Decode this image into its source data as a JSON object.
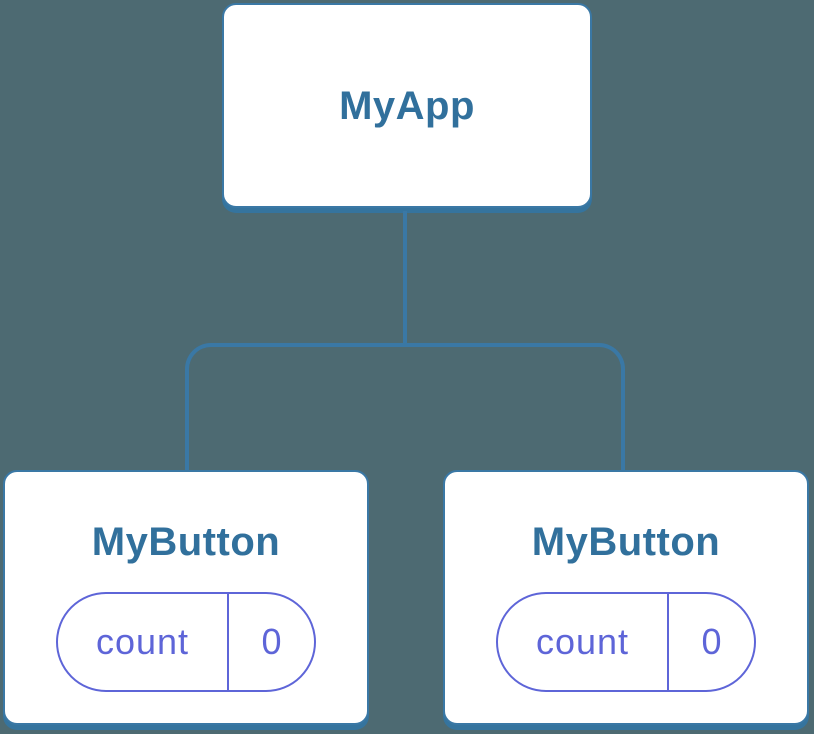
{
  "diagram": {
    "kind": "component-tree",
    "root": {
      "label": "MyApp"
    },
    "children": [
      {
        "label": "MyButton",
        "state": {
          "key": "count",
          "value": "0"
        }
      },
      {
        "label": "MyButton",
        "state": {
          "key": "count",
          "value": "0"
        }
      }
    ]
  },
  "colors": {
    "background": "#4D6A72",
    "card_background": "#FFFFFF",
    "connector_blue": "#3A78A5",
    "card_shadow_blue": "#35749E",
    "component_label_blue": "#31709C",
    "state_purple": "#5E65D8"
  }
}
